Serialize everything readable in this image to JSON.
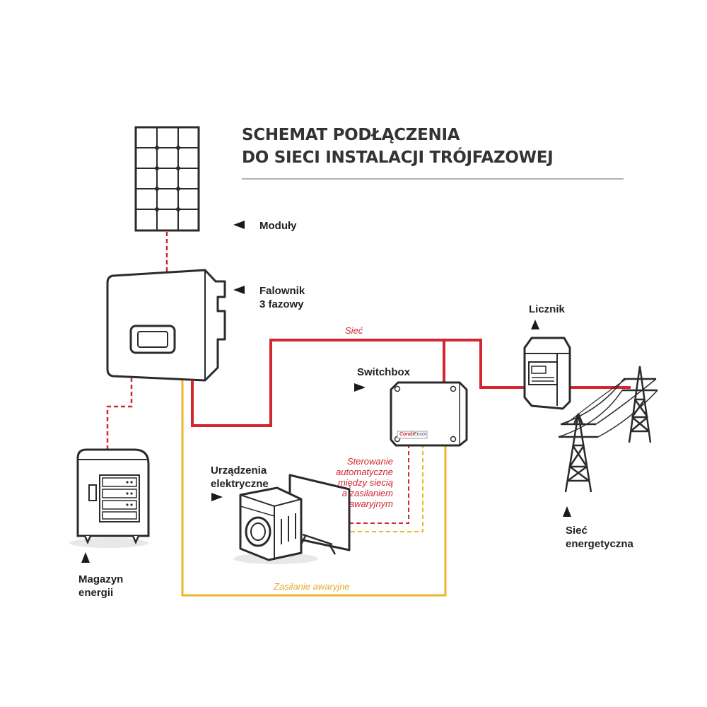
{
  "title": {
    "line1": "SCHEMAT PODŁĄCZENIA",
    "line2": "DO SIECI INSTALACJI TRÓJFAZOWEJ"
  },
  "labels": {
    "modules": "Moduły",
    "inverter_line1": "Falownik",
    "inverter_line2": "3 fazowy",
    "meter": "Licznik",
    "switchbox": "Switchbox",
    "devices_line1": "Urządzenia",
    "devices_line2": "elektryczne",
    "storage_line1": "Magazyn",
    "storage_line2": "energii",
    "grid_line1": "Sieć",
    "grid_line2": "energetyczna"
  },
  "line_labels": {
    "grid_line": "Sieć",
    "backup_line": "Zasilanie awaryjne",
    "control_line1": "Sterowanie",
    "control_line2": "automatyczne",
    "control_line3": "między siecią",
    "control_line4": "a zasilaniem",
    "control_line5": "awaryjnym"
  },
  "switchbox_brand": {
    "logo": "Corab",
    "model": "Encor"
  },
  "colors": {
    "grid_red": "#d22630",
    "backup_yellow": "#f0b429",
    "outline": "#2b2b2b",
    "text": "#222222"
  }
}
